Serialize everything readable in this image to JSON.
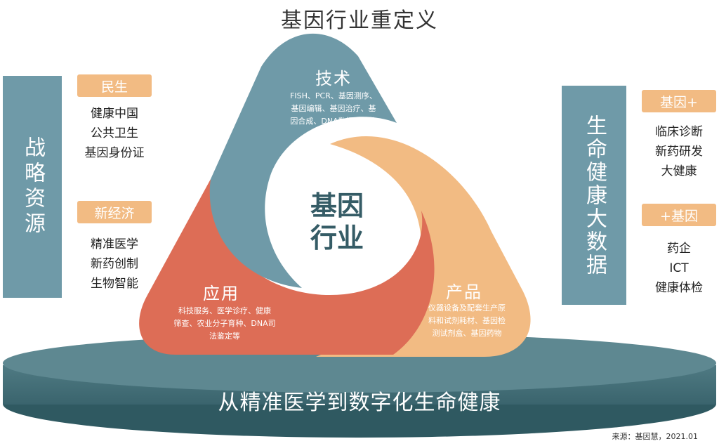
{
  "title": "基因行业重定义",
  "left": {
    "bar_label": "战略资源",
    "groups": [
      {
        "tag": "民生",
        "items": [
          "健康中国",
          "公共卫生",
          "基因身份证"
        ]
      },
      {
        "tag": "新经济",
        "items": [
          "精准医学",
          "新药创制",
          "生物智能"
        ]
      }
    ]
  },
  "right": {
    "bar_label": "生命健康大数据",
    "groups": [
      {
        "tag": "基因+",
        "items": [
          "临床诊断",
          "新药研发",
          "大健康"
        ]
      },
      {
        "tag": "+基因",
        "items": [
          "药企",
          "ICT",
          "健康体检"
        ]
      }
    ]
  },
  "center": {
    "line1": "基因",
    "line2": "行业"
  },
  "segments": {
    "tech": {
      "title": "技术",
      "lines": [
        "FISH、PCR、基因测序、",
        "基因编辑、基因治疗、基",
        "因合成、DNA数据存储等"
      ]
    },
    "app": {
      "title": "应用",
      "lines": [
        "科技服务、医学诊疗、健康",
        "筛查、农业分子育种、DNA司",
        "法鉴定等"
      ]
    },
    "product": {
      "title": "产品",
      "lines": [
        "仪器设备及配套生产原",
        "料和试剂耗材、基因检",
        "测试剂盒、基因药物"
      ]
    }
  },
  "base_text": "从精准医学到数字化生命健康",
  "source": "来源：基因慧，2021.01",
  "colors": {
    "teal": "#6f9aa8",
    "orange": "#f2bb83",
    "red": "#dd6d56",
    "dark_teal": "#3e6a73"
  }
}
